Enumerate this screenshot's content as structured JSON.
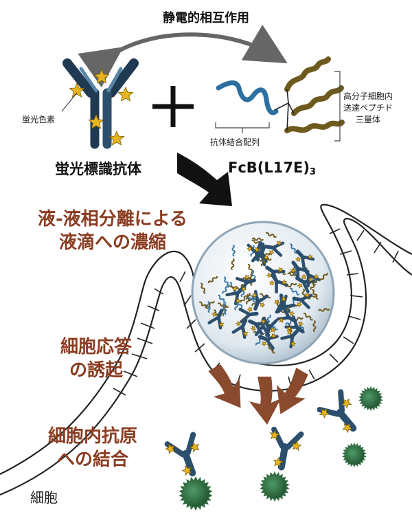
{
  "labels": {
    "electrostatic": "静電的相互作用",
    "fluor_dye": "蛍光色素",
    "antibody_name": "蛍光標識抗体",
    "peptide_name_main": "FcB(L17E)",
    "peptide_name_sub": "3",
    "binding_seq": "抗体結合配列",
    "trimer_line1": "高分子細胞内",
    "trimer_line2": "送達ペプチド",
    "trimer_line3": "三量体",
    "llps_line1": "液-液相分離による",
    "llps_line2": "液滴への濃縮",
    "response_line1": "細胞応答",
    "response_line2": "の誘起",
    "binding_line1": "細胞内抗原",
    "binding_line2": "への結合",
    "cell": "細胞"
  },
  "colors": {
    "antibody": "#2c4f6e",
    "antibody_light": "#5a86a8",
    "star": "#e8b520",
    "peptide_gold": "#6e5a1e",
    "peptide_blue": "#3d7aa8",
    "antigen": "#2c6a3c",
    "arrow_brown": "#8a4a2e",
    "text_brown": "#8a3d22"
  }
}
